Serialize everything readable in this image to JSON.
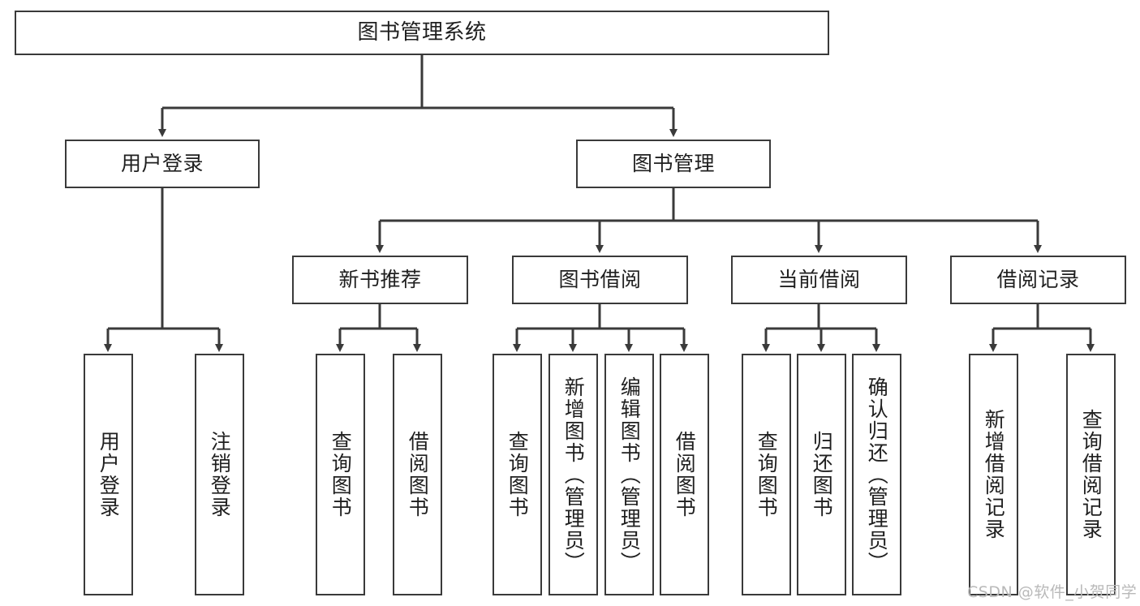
{
  "diagram": {
    "title": "图书管理系统",
    "type": "hierarchy-tree",
    "background_color": "#ffffff",
    "line_color": "#3a3a3a",
    "text_color": "#1f1f1f",
    "root": {
      "label": "图书管理系统"
    },
    "level2": [
      {
        "label": "用户登录"
      },
      {
        "label": "图书管理"
      }
    ],
    "level3": [
      {
        "label": "新书推荐"
      },
      {
        "label": "图书借阅"
      },
      {
        "label": "当前借阅"
      },
      {
        "label": "借阅记录"
      }
    ],
    "leaves": {
      "user_login": [
        {
          "label": "用户登录"
        },
        {
          "label": "注销登录"
        }
      ],
      "new_book_recommend": [
        {
          "label": "查询图书"
        },
        {
          "label": "借阅图书"
        }
      ],
      "book_borrow": [
        {
          "label": "查询图书"
        },
        {
          "label": "新增图书（管理员）"
        },
        {
          "label": "编辑图书（管理员）"
        },
        {
          "label": "借阅图书"
        }
      ],
      "current_borrow": [
        {
          "label": "查询图书"
        },
        {
          "label": "归还图书"
        },
        {
          "label": "确认归还（管理员）"
        }
      ],
      "borrow_record": [
        {
          "label": "新增借阅记录"
        },
        {
          "label": "查询借阅记录"
        }
      ]
    }
  },
  "watermark": {
    "text": "CSDN @软件_小贺同学"
  }
}
